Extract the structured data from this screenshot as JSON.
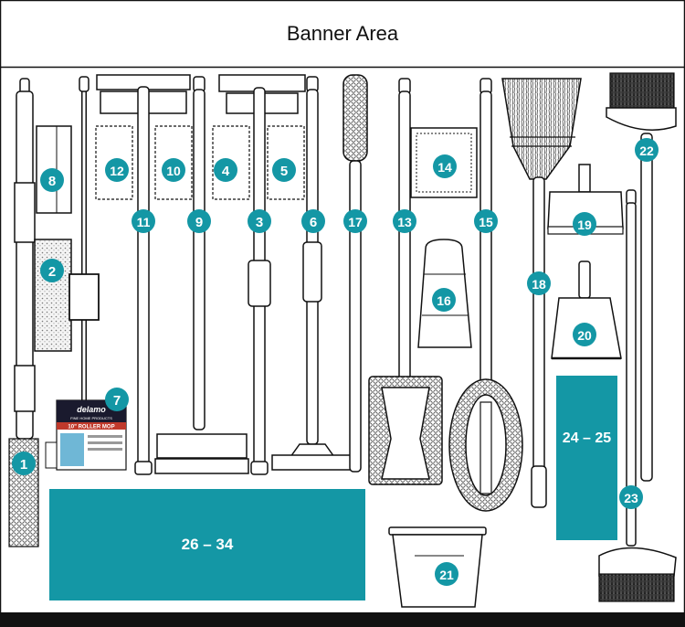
{
  "banner": {
    "title": "Banner Area"
  },
  "colors": {
    "accent": "#1497a5",
    "ink": "#111111",
    "paper": "#ffffff",
    "bar": "#111111"
  },
  "items": [
    {
      "id": "1",
      "name": "strip-mop",
      "label": "1"
    },
    {
      "id": "2",
      "name": "sponge-refill",
      "label": "2"
    },
    {
      "id": "3",
      "name": "flat-mop",
      "label": "3"
    },
    {
      "id": "4",
      "name": "flat-mop-pad",
      "label": "4"
    },
    {
      "id": "5",
      "name": "flat-mop-pad",
      "label": "5"
    },
    {
      "id": "6",
      "name": "floor-squeegee",
      "label": "6"
    },
    {
      "id": "7",
      "name": "roller-mop-refill",
      "label": "7"
    },
    {
      "id": "8",
      "name": "sponge-block",
      "label": "8"
    },
    {
      "id": "9",
      "name": "flat-mop",
      "label": "9"
    },
    {
      "id": "10",
      "name": "flat-mop-pad",
      "label": "10"
    },
    {
      "id": "11",
      "name": "flat-mop",
      "label": "11"
    },
    {
      "id": "12",
      "name": "flat-mop-pad",
      "label": "12"
    },
    {
      "id": "13",
      "name": "flat-mop-frame",
      "label": "13"
    },
    {
      "id": "14",
      "name": "microfiber-pad",
      "label": "14"
    },
    {
      "id": "15",
      "name": "dust-mop",
      "label": "15"
    },
    {
      "id": "16",
      "name": "pad-holder",
      "label": "16"
    },
    {
      "id": "17",
      "name": "duster",
      "label": "17"
    },
    {
      "id": "18",
      "name": "corn-broom",
      "label": "18"
    },
    {
      "id": "19",
      "name": "dustpan",
      "label": "19"
    },
    {
      "id": "20",
      "name": "hand-dustpan",
      "label": "20"
    },
    {
      "id": "21",
      "name": "bucket",
      "label": "21"
    },
    {
      "id": "22",
      "name": "angle-broom",
      "label": "22"
    },
    {
      "id": "23",
      "name": "lobby-broom",
      "label": "23"
    }
  ],
  "zones": [
    {
      "id": "26-34",
      "label": "26 – 34"
    },
    {
      "id": "24-25",
      "label": "24 – 25"
    }
  ],
  "package": {
    "brand": "delamo",
    "tagline": "FINE HOME PRODUCTS",
    "title": "10\" ROLLER MOP"
  }
}
